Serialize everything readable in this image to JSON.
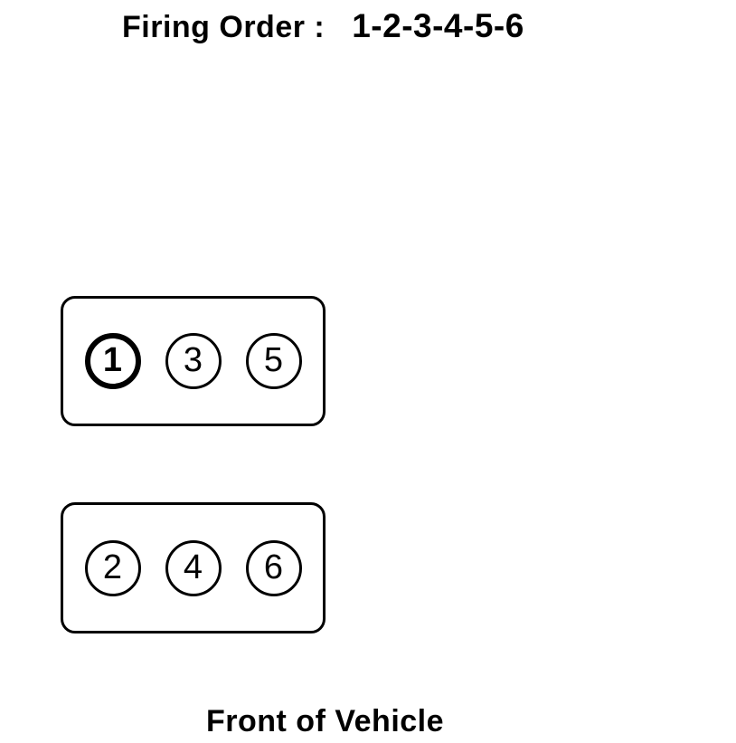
{
  "title": {
    "label": "Firing Order :",
    "value": "1-2-3-4-5-6"
  },
  "banks": [
    {
      "name": "odd-cylinder-bank",
      "cylinders": [
        {
          "number": "1",
          "emphasized": true
        },
        {
          "number": "3",
          "emphasized": false
        },
        {
          "number": "5",
          "emphasized": false
        }
      ]
    },
    {
      "name": "even-cylinder-bank",
      "cylinders": [
        {
          "number": "2",
          "emphasized": false
        },
        {
          "number": "4",
          "emphasized": false
        },
        {
          "number": "6",
          "emphasized": false
        }
      ]
    }
  ],
  "footer": {
    "label": "Front of Vehicle"
  },
  "colors": {
    "line": "#000000",
    "background": "#ffffff",
    "text": "#000000"
  }
}
